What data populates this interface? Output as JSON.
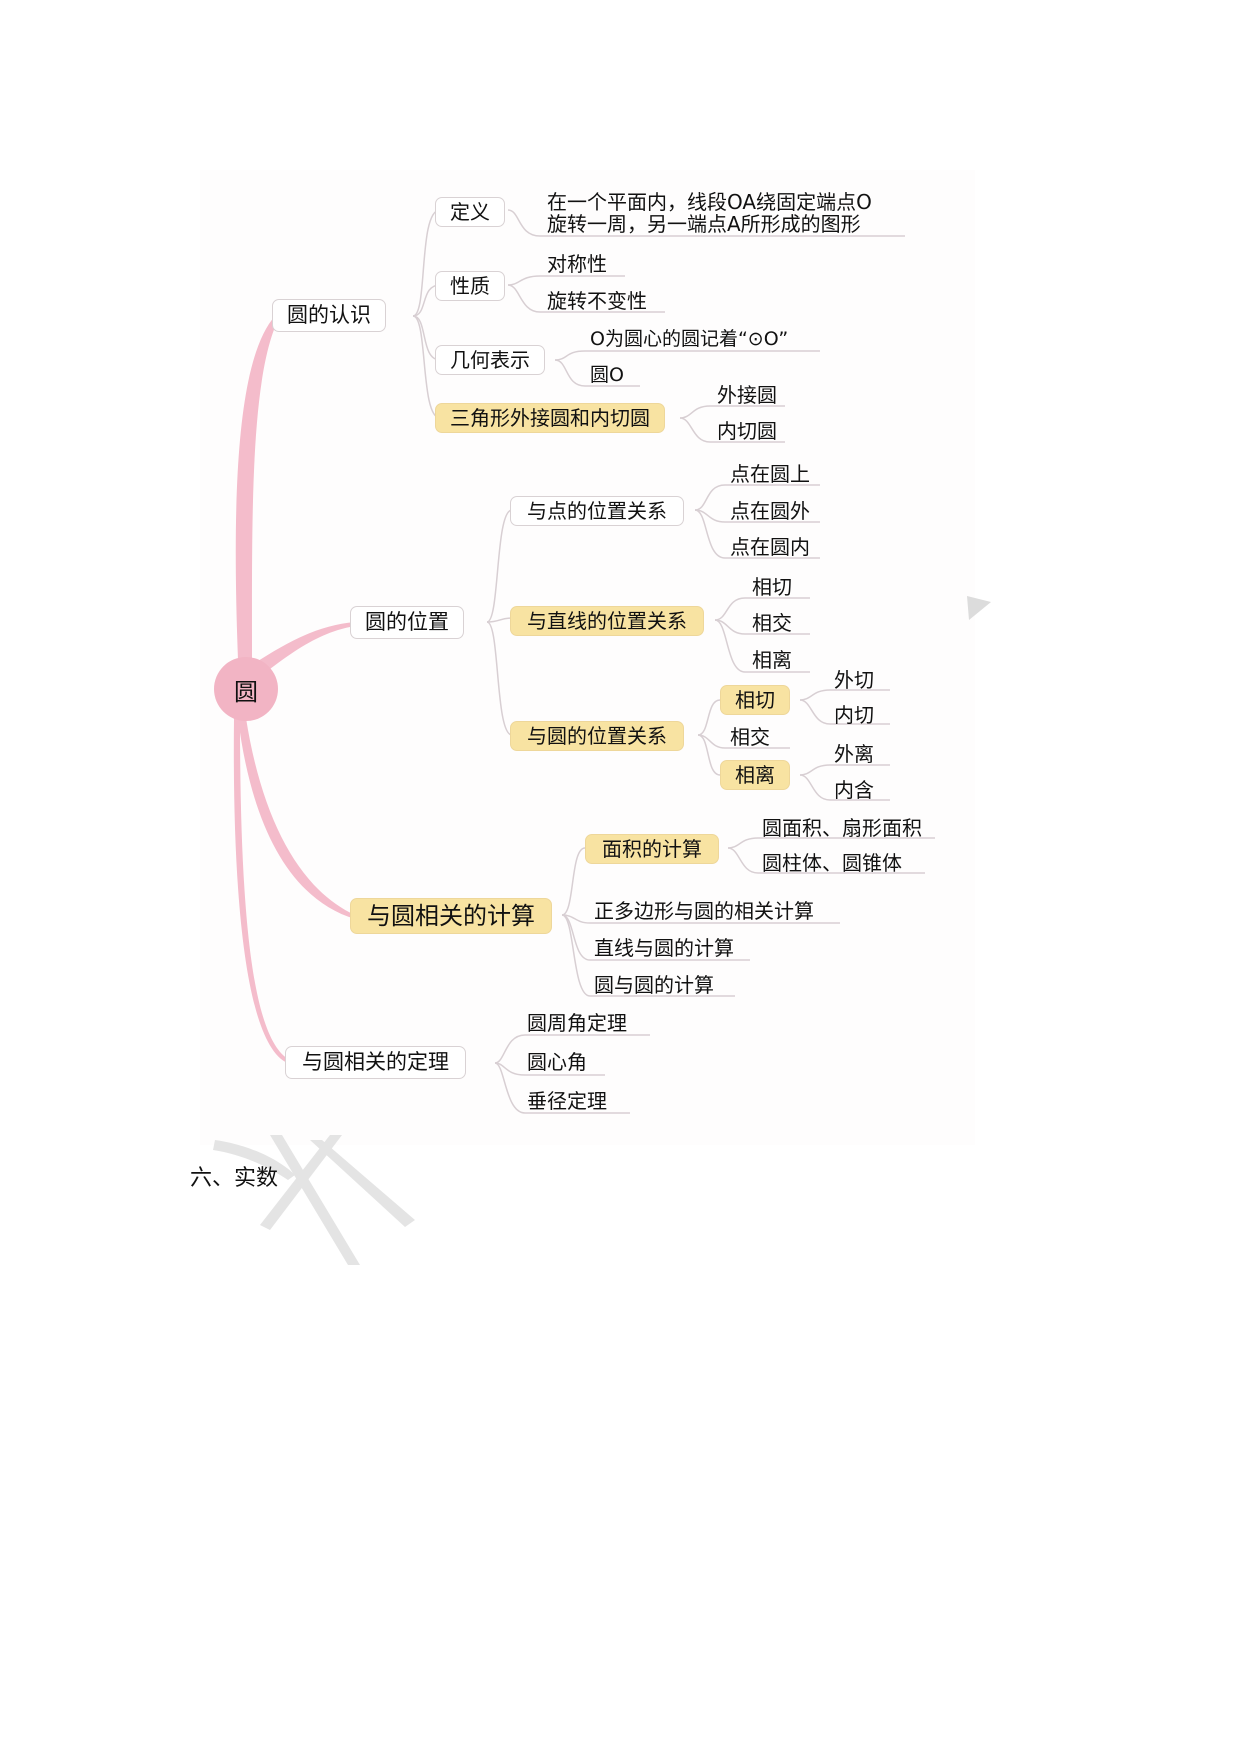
{
  "mindmap": {
    "root": "圆",
    "branches": [
      {
        "label": "圆的认识",
        "children": [
          {
            "label": "定义",
            "children": [
              "在一个平面内，线段OA绕固定端点O",
              "旋转一周，另一端点A所形成的图形"
            ]
          },
          {
            "label": "性质",
            "children": [
              "对称性",
              "旋转不变性"
            ]
          },
          {
            "label": "几何表示",
            "children": [
              "O为圆心的圆记着“⊙O”",
              "圆O"
            ]
          },
          {
            "label": "三角形外接圆和内切圆",
            "highlight": true,
            "children": [
              "外接圆",
              "内切圆"
            ]
          }
        ]
      },
      {
        "label": "圆的位置",
        "children": [
          {
            "label": "与点的位置关系",
            "children": [
              "点在圆上",
              "点在圆外",
              "点在圆内"
            ]
          },
          {
            "label": "与直线的位置关系",
            "highlight": true,
            "children": [
              "相切",
              "相交",
              "相离"
            ]
          },
          {
            "label": "与圆的位置关系",
            "highlight": true,
            "children": [
              {
                "label": "相切",
                "highlight": true,
                "children": [
                  "外切",
                  "内切"
                ]
              },
              {
                "label": "相交"
              },
              {
                "label": "相离",
                "highlight": true,
                "children": [
                  "外离",
                  "内含"
                ]
              }
            ]
          }
        ]
      },
      {
        "label": "与圆相关的计算",
        "highlight": true,
        "children": [
          {
            "label": "面积的计算",
            "highlight": true,
            "children": [
              "圆面积、扇形面积",
              "圆柱体、圆锥体"
            ]
          },
          {
            "label": "正多边形与圆的相关计算"
          },
          {
            "label": "直线与圆的计算"
          },
          {
            "label": "圆与圆的计算"
          }
        ]
      },
      {
        "label": "与圆相关的定理",
        "children": [
          "圆周角定理",
          "圆心角",
          "垂径定理"
        ]
      }
    ],
    "colors": {
      "trunk": "#f2b4c4",
      "highlight": "#f8e3a2",
      "box_border": "#d9d2d4",
      "connector": "#d8cfd3"
    }
  },
  "document": {
    "section_heading": "六、实数"
  }
}
